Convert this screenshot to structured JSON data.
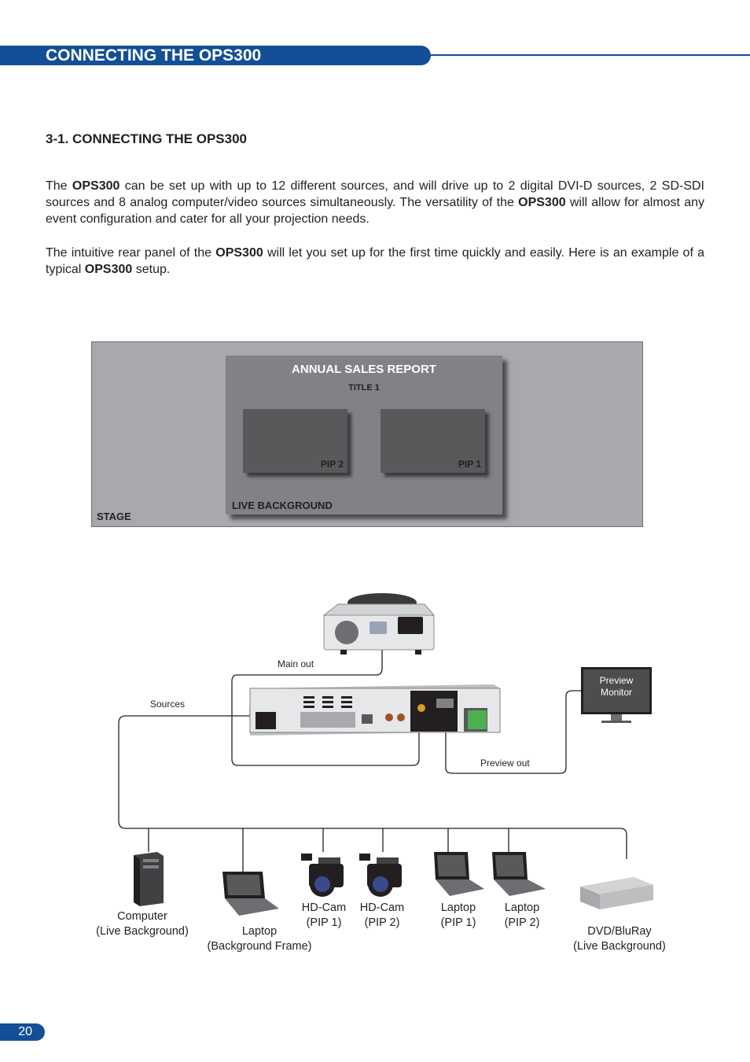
{
  "header": {
    "title": "CONNECTING THE OPS300"
  },
  "section": {
    "title": "3-1. CONNECTING THE OPS300"
  },
  "paragraph1": {
    "t1": "The ",
    "b1": "OPS300",
    "t2": " can be set up with up to 12 different sources, and will drive up to 2 digital DVI-D sources, 2 SD-SDI sources and 8 analog computer/video sources simultaneously. The versatility of the ",
    "b2": "OPS300",
    "t3": " will allow for almost any event configuration and cater for all your projection needs."
  },
  "paragraph2": {
    "t1": "The intuitive rear panel of the ",
    "b1": "OPS300",
    "t2": " will let you set up for the first time quickly and easily. Here is an example of a typical ",
    "b2": "OPS300",
    "t3": " setup."
  },
  "stage_figure": {
    "stage_label": "STAGE",
    "background_label": "LIVE BACKGROUND",
    "report_title": "ANNUAL SALES REPORT",
    "title_label": "TITLE 1",
    "pip2_label": "PIP 2",
    "pip1_label": "PIP 1"
  },
  "connection_diagram": {
    "main_out": "Main out",
    "sources": "Sources",
    "preview_out": "Preview out",
    "preview_monitor_line1": "Preview",
    "preview_monitor_line2": "Monitor",
    "devices": [
      {
        "line1": "Computer",
        "line2": "(Live Background)",
        "icon": "computer-tower-icon"
      },
      {
        "line1": "Laptop",
        "line2": "(Background Frame)",
        "icon": "laptop-icon"
      },
      {
        "line1": "HD-Cam",
        "line2": "(PIP 1)",
        "icon": "video-camera-icon"
      },
      {
        "line1": "HD-Cam",
        "line2": "(PIP 2)",
        "icon": "video-camera-icon"
      },
      {
        "line1": "Laptop",
        "line2": "(PIP 1)",
        "icon": "laptop-icon"
      },
      {
        "line1": "Laptop",
        "line2": "(PIP 2)",
        "icon": "laptop-icon"
      },
      {
        "line1": "DVD/BluRay",
        "line2": "(Live Background)",
        "icon": "dvd-player-icon"
      }
    ]
  },
  "footer": {
    "page_number": "20"
  },
  "colors": {
    "brand_blue": "#134f97",
    "stage_gray": "#a7a9ac",
    "background_gray": "#808285",
    "pip_gray": "#58595b"
  }
}
